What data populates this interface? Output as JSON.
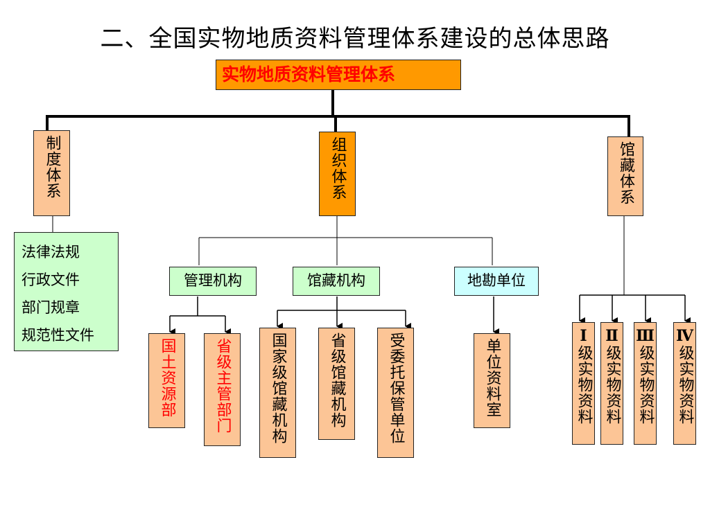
{
  "title": "二、全国实物地质资料管理体系建设的总体思路",
  "root": "实物地质资料管理体系",
  "branches": {
    "system": "制度体系",
    "organization": "组织体系",
    "collection": "馆藏体系"
  },
  "laws": [
    "法律法规",
    "行政文件",
    "部门规章",
    "规范性文件"
  ],
  "org_units": {
    "management": "管理机构",
    "repository": "馆藏机构",
    "survey": "地勘单位"
  },
  "management_children": [
    "国土资源部",
    "省级主管部门"
  ],
  "repository_children": [
    "国家级馆藏机构",
    "省级馆藏机构",
    "受委托保管单位"
  ],
  "survey_children": [
    "单位资料室"
  ],
  "collection_levels": [
    {
      "roman": "Ⅰ",
      "text": "级实物资料"
    },
    {
      "roman": "Ⅱ",
      "text": "级实物资料"
    },
    {
      "roman": "Ⅲ",
      "text": "级实物资料"
    },
    {
      "roman": "Ⅳ",
      "text": "级实物资料"
    }
  ],
  "colors": {
    "peach": "#fcc596",
    "orange": "#ff9900",
    "green": "#ccffcc",
    "cyan": "#ccffff",
    "red_text": "#ff0000"
  }
}
